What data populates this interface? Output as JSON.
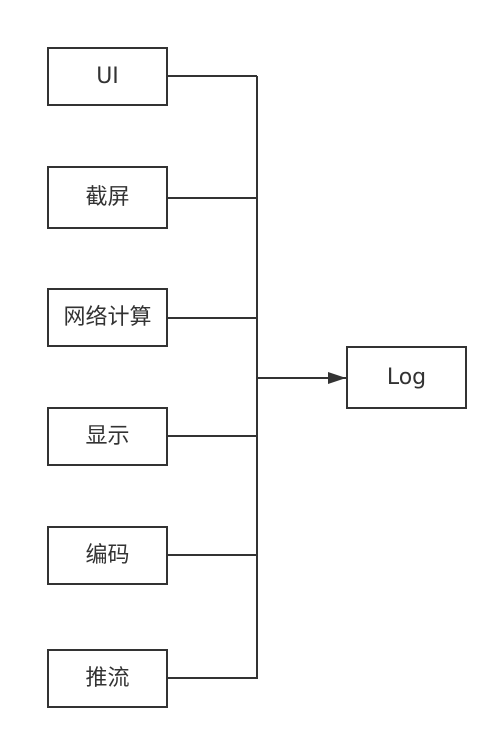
{
  "diagram": {
    "nodes": [
      {
        "id": "ui",
        "label": "UI"
      },
      {
        "id": "screenshot",
        "label": "截屏"
      },
      {
        "id": "network-compute",
        "label": "网络计算"
      },
      {
        "id": "display",
        "label": "显示"
      },
      {
        "id": "encode",
        "label": "编码"
      },
      {
        "id": "push-stream",
        "label": "推流"
      },
      {
        "id": "log",
        "label": "Log"
      }
    ]
  },
  "colors": {
    "stroke": "#333333",
    "fill": "#ffffff",
    "text": "#333333"
  }
}
